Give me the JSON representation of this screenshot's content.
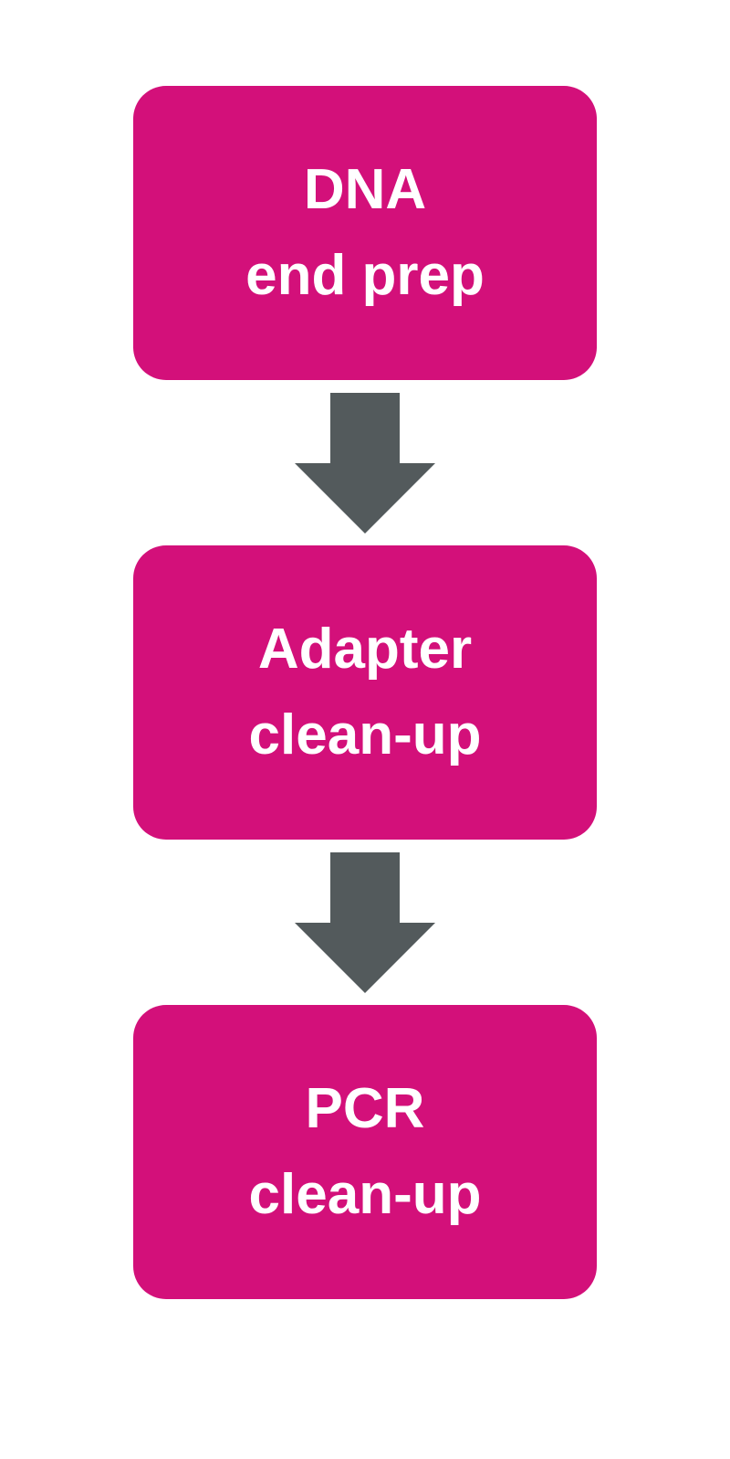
{
  "colors": {
    "box_fill": "#D3107A",
    "box_text": "#FFFFFF",
    "arrow_fill": "#535A5C",
    "background": "#FFFFFF"
  },
  "steps": [
    {
      "line1": "DNA",
      "line2": "end prep"
    },
    {
      "line1": "Adapter",
      "line2": "clean-up"
    },
    {
      "line1": "PCR",
      "line2": "clean-up"
    }
  ],
  "arrows": [
    {
      "icon": "arrow-down-icon"
    },
    {
      "icon": "arrow-down-icon"
    }
  ]
}
